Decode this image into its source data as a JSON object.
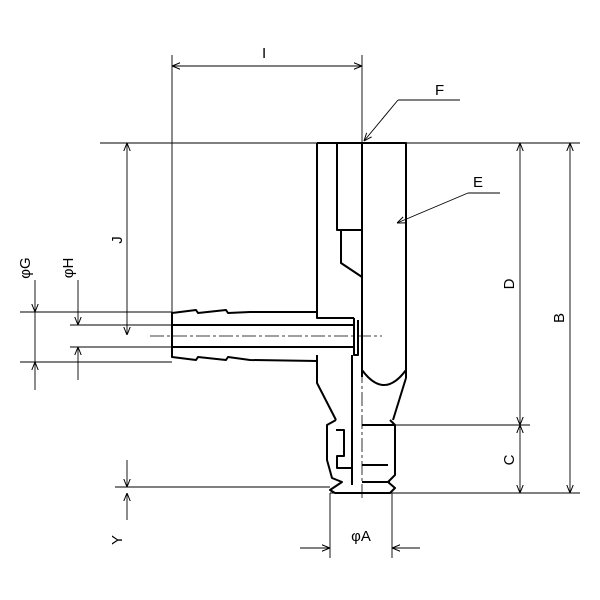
{
  "drawing": {
    "labels": {
      "I": "I",
      "F": "F",
      "E": "E",
      "J": "J",
      "D": "D",
      "B": "B",
      "C": "C",
      "G": "φG",
      "H": "φH",
      "Y": "Y",
      "A": "φA"
    },
    "line_color": "#000000"
  }
}
